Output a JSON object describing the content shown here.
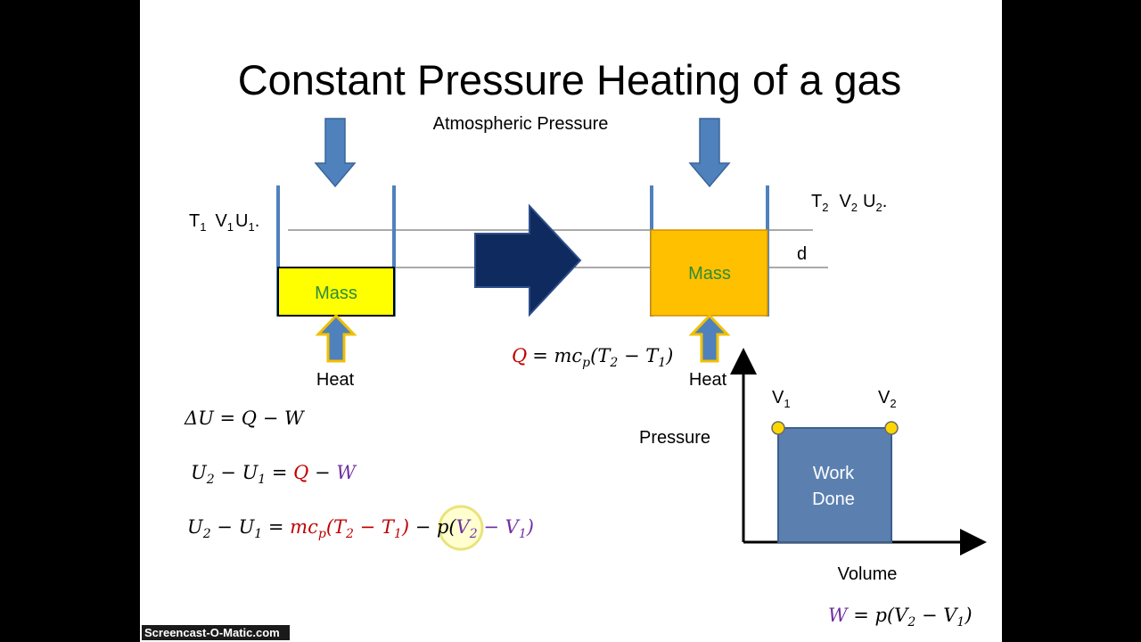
{
  "title": "Constant Pressure Heating of a gas",
  "atmospheric_label": "Atmospheric Pressure",
  "state1": {
    "T": "T",
    "T_sub": "1",
    "V": "V",
    "V_sub": "1",
    "U": "U",
    "U_sub": "1",
    "dot": "."
  },
  "state2": {
    "T": "T",
    "T_sub": "2",
    "V": "V",
    "V_sub": "2",
    "U": "U",
    "U_sub": "2",
    "dot": "."
  },
  "mass_label": "Mass",
  "heat_label": "Heat",
  "d_label": "d",
  "heat_eq": {
    "Q": "Q",
    "rest": "= mc",
    "p": "p",
    "paren": "(T",
    "s2": "2",
    "minus": " − T",
    "s1": "1",
    "close": ")"
  },
  "eq1": "ΔU = Q − W",
  "eq2": {
    "U2": "U",
    "s2": "2",
    "minus": " − U",
    "s1": "1",
    "eq": " = ",
    "Q": "Q",
    "m2": " − ",
    "W": "W"
  },
  "eq3": {
    "U2": "U",
    "s2": "2",
    "minus": " − U",
    "s1": "1",
    "eq": " = ",
    "red": "mc",
    "p": "p",
    "red2": "(T",
    "rs2": "2",
    "red3": " − T",
    "rs1": "1",
    "red4": ")",
    "m": " − ",
    "pv": "p(",
    "purple": "V",
    "ps2": "2",
    "purple2": " − V",
    "ps1": "1",
    "close": ")"
  },
  "pv_chart": {
    "y_label": "Pressure",
    "x_label": "Volume",
    "v1": "V",
    "v1_sub": "1",
    "v2": "V",
    "v2_sub": "2",
    "work_line1": "Work",
    "work_line2": "Done"
  },
  "work_eq": {
    "W": "W",
    "rest": " = p(V",
    "s2": "2",
    "minus": " − V",
    "s1": "1",
    "close": ")"
  },
  "watermark": "Screencast-O-Matic.com",
  "colors": {
    "arrow_blue": "#4f81bd",
    "big_arrow": "#0f2a5e",
    "mass1": "#ffff00",
    "mass2": "#ffc000",
    "heat_outline": "#f0c000",
    "work_box": "#5b80b0"
  }
}
